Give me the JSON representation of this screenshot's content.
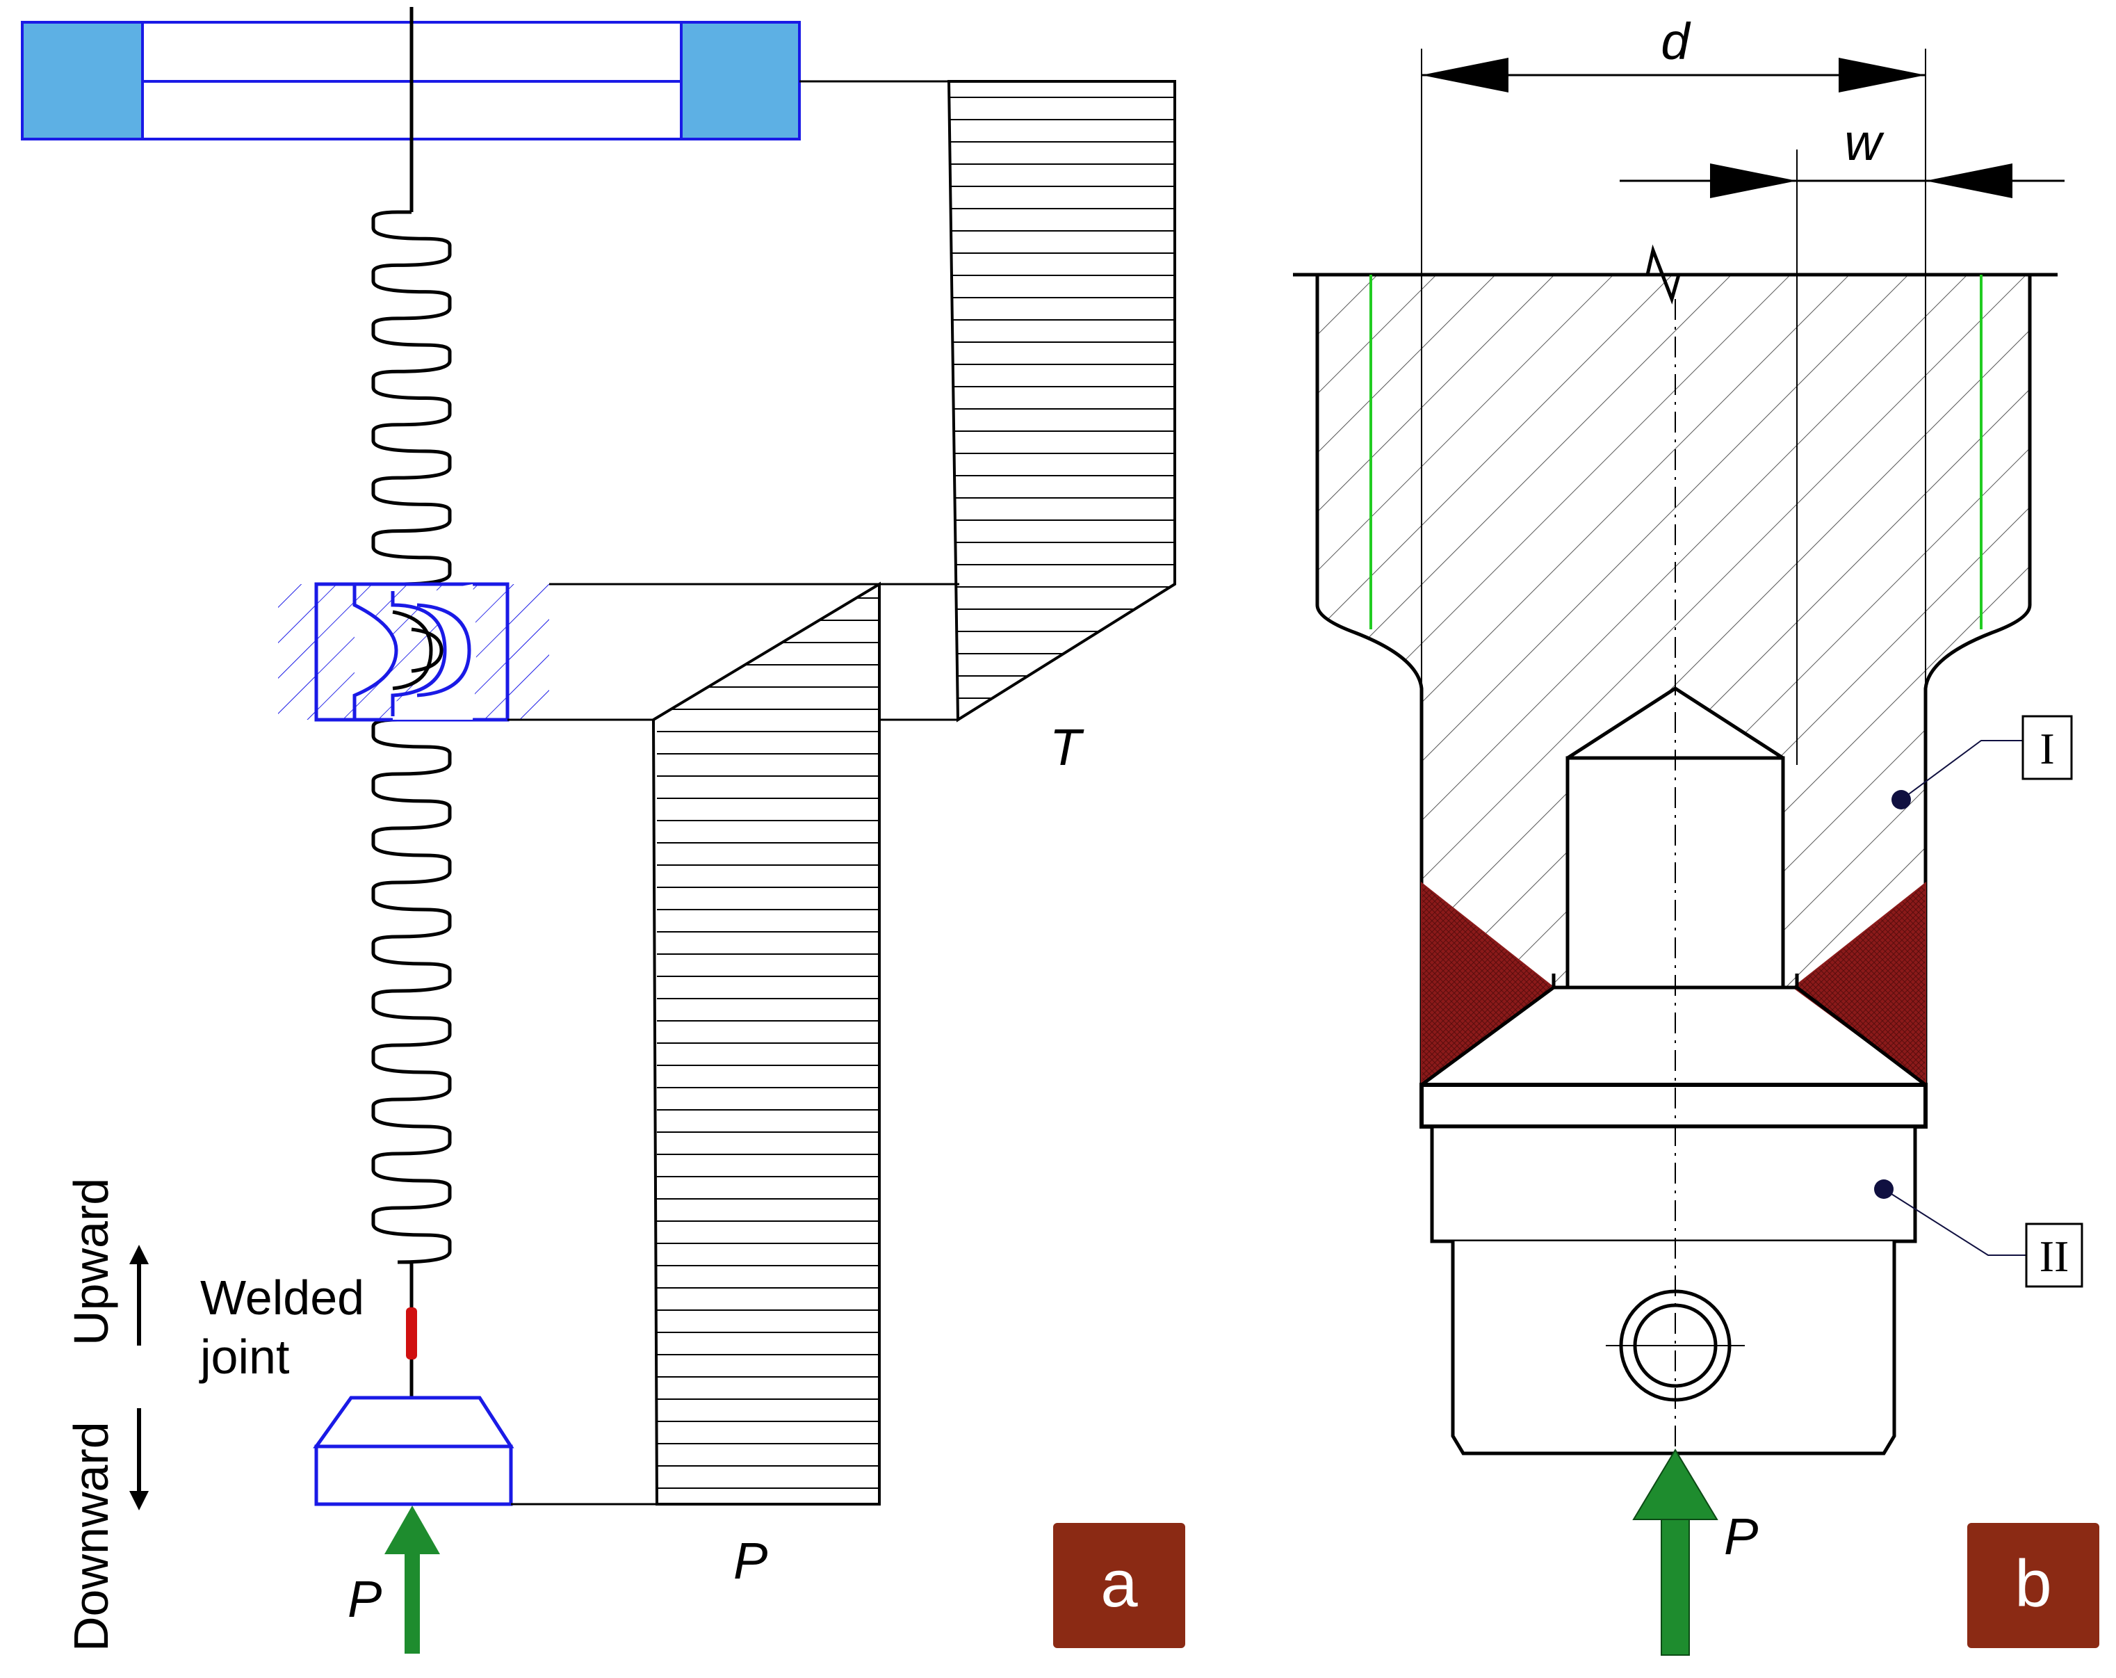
{
  "panel_a": {
    "letter": "a",
    "force_label": "P",
    "load_diagram_label": "P",
    "torque_label": "T",
    "welded_joint_line1": "Welded",
    "welded_joint_line2": "joint",
    "upward_label": "Upward",
    "downward_label": "Downward"
  },
  "panel_b": {
    "letter": "b",
    "force_label": "P",
    "dim_d": "d",
    "dim_w": "w",
    "region_1": "I",
    "region_2": "II"
  },
  "colors": {
    "blue_block": "#5DB0E4",
    "blue_outline": "#1A1AE6",
    "force_arrow": "#1E8C2E",
    "weld_region": "#8B1A1A",
    "panel_badge": "#8B2A14",
    "weld_joint_mark": "#D01010",
    "fit_line": "#22CC22"
  }
}
